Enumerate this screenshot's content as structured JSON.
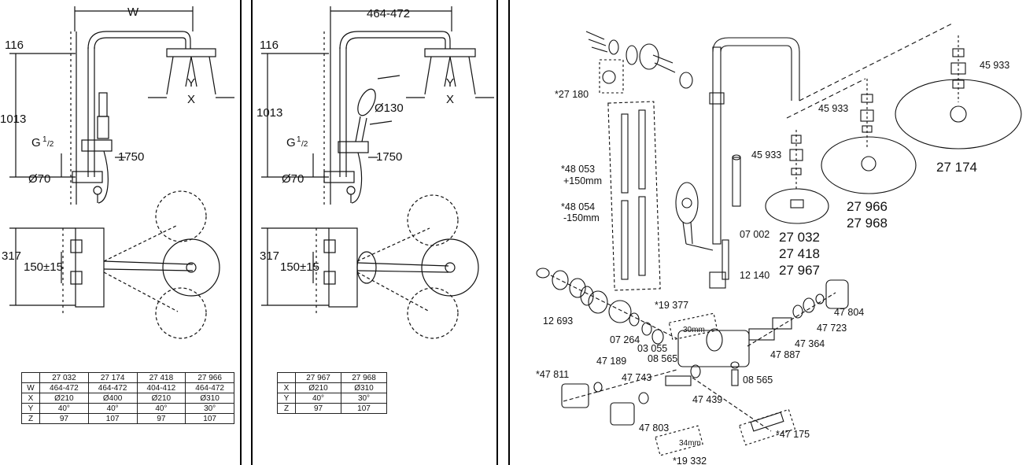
{
  "panel_left": {
    "dims": {
      "W": "W",
      "d116": "116",
      "d1013": "1013",
      "g": "G",
      "g_sup": "1",
      "g_sub": "/2",
      "d70": "Ø70",
      "d1750": "1750",
      "d317": "317",
      "d150": "150±15",
      "X": "X",
      "Y": "Y"
    },
    "table": {
      "header": [
        "",
        "27 032",
        "27 174",
        "27 418",
        "27 966"
      ],
      "rows": [
        [
          "W",
          "464-472",
          "464-472",
          "404-412",
          "464-472"
        ],
        [
          "X",
          "Ø210",
          "Ø400",
          "Ø210",
          "Ø310"
        ],
        [
          "Y",
          "40°",
          "40°",
          "40°",
          "30°"
        ],
        [
          "Z",
          "97",
          "107",
          "97",
          "107"
        ]
      ]
    }
  },
  "panel_mid": {
    "dims": {
      "w": "464-472",
      "d116": "116",
      "d1013": "1013",
      "g": "G",
      "g_sup": "1",
      "g_sub": "/2",
      "d70": "Ø70",
      "d130": "Ø130",
      "d1750": "1750",
      "d317": "317",
      "d150": "150±15",
      "X": "X",
      "Y": "Y"
    },
    "table": {
      "header": [
        "",
        "27 967",
        "27 968"
      ],
      "rows": [
        [
          "X",
          "Ø210",
          "Ø310"
        ],
        [
          "Y",
          "40°",
          "30°"
        ],
        [
          "Z",
          "97",
          "107"
        ]
      ]
    }
  },
  "panel_right": {
    "parts": {
      "p27180": "*27 180",
      "p48053": "*48 053",
      "p48053b": "+150mm",
      "p48054": "*48 054",
      "p48054b": "-150mm",
      "p45933a": "45 933",
      "p45933b": "45 933",
      "p45933c": "45 933",
      "p07002": "07 002",
      "p12140": "12 140",
      "p19377": "*19 377",
      "p30mm": "30mm",
      "p12693": "12 693",
      "p07264": "07 264",
      "p03055": "03 055",
      "p47189": "47 189",
      "p08565a": "08 565",
      "p47804": "47 804",
      "p47723": "47 723",
      "p47364": "47 364",
      "p47887": "47 887",
      "p08565b": "08 565",
      "p47811": "*47 811",
      "p47743": "47 743",
      "p47439": "47 439",
      "p47803": "47 803",
      "p47175": "*47 175",
      "p19332": "*19 332",
      "p34mm": "34mm"
    },
    "models": {
      "m27174": "27 174",
      "m27966": "27 966",
      "m27968": "27 968",
      "m27032": "27 032",
      "m27418": "27 418",
      "m27967": "27 967"
    }
  }
}
